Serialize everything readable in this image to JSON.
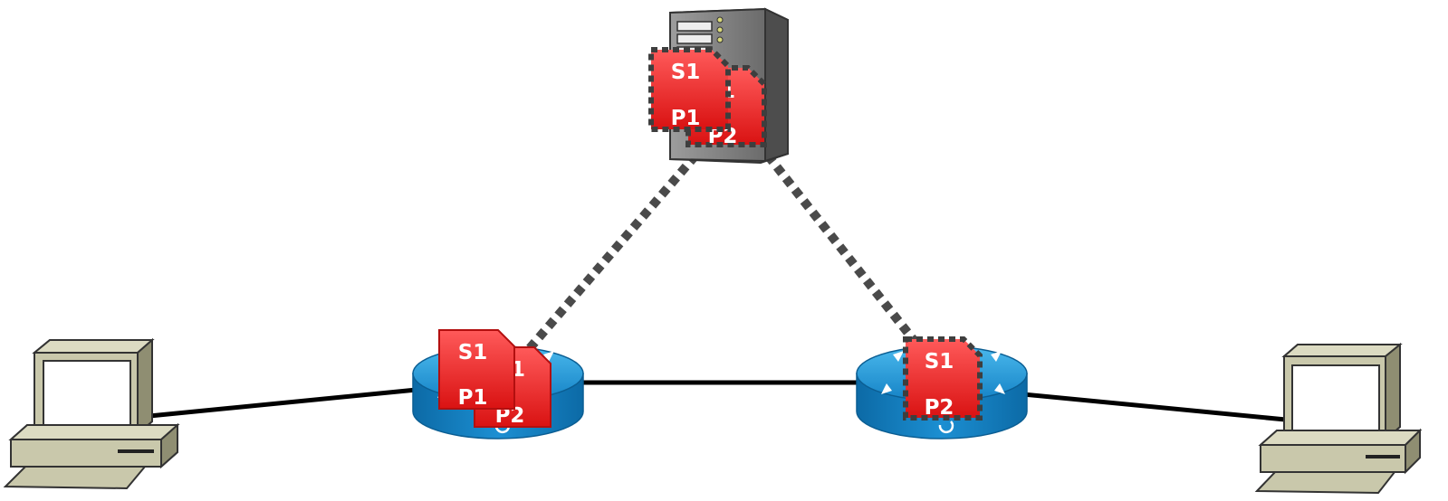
{
  "diagram": {
    "colors": {
      "packet_fill": "#ee2b2b",
      "packet_border": "#3e3e3e",
      "router_blue": "#1b8ed0",
      "pc_body": "#c4c3a4",
      "server_gray": "#8a8a8a",
      "link": "#000000",
      "control_link": "#4a4a4a"
    },
    "nodes": [
      {
        "id": "pc-left",
        "icon": "desktop-computer-icon"
      },
      {
        "id": "router-left",
        "icon": "router-icon"
      },
      {
        "id": "router-right",
        "icon": "router-icon"
      },
      {
        "id": "pc-right",
        "icon": "desktop-computer-icon"
      },
      {
        "id": "controller-server",
        "icon": "server-tower-icon"
      }
    ],
    "links": [
      {
        "from": "pc-left",
        "to": "router-left",
        "style": "solid"
      },
      {
        "from": "router-left",
        "to": "router-right",
        "style": "solid"
      },
      {
        "from": "router-right",
        "to": "pc-right",
        "style": "solid"
      },
      {
        "from": "controller-server",
        "to": "router-left",
        "style": "dotted"
      },
      {
        "from": "controller-server",
        "to": "router-right",
        "style": "dotted"
      }
    ],
    "packets": {
      "server_back": {
        "top": "1",
        "bottom": "P2"
      },
      "server_front": {
        "top": "S1",
        "bottom": "P1"
      },
      "router_left_back": {
        "top": "1",
        "bottom": "P2"
      },
      "router_left_front": {
        "top": "S1",
        "bottom": "P1"
      },
      "router_right": {
        "top": "S1",
        "bottom": "P2"
      }
    }
  }
}
